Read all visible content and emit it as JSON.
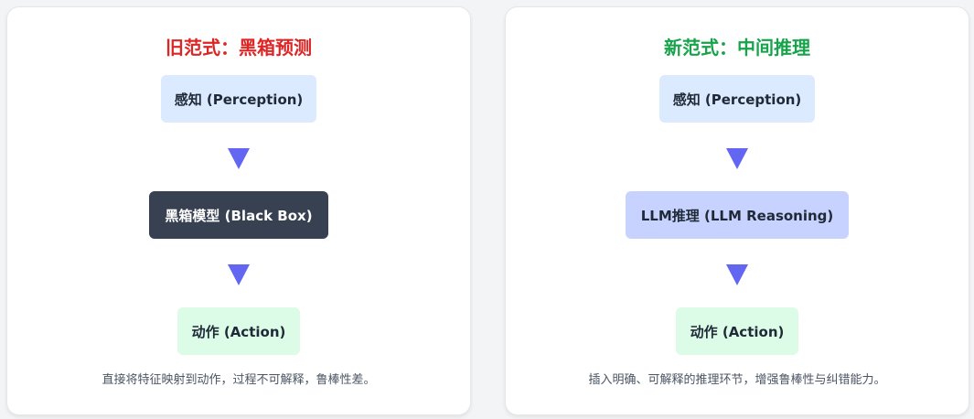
{
  "colors": {
    "old_title": "#dc2626",
    "new_title": "#16a34a",
    "arrow": "#6366f1",
    "perception_bg": "#dbeafe",
    "blackbox_bg": "#374151",
    "blackbox_text": "#ffffff",
    "llm_bg": "#c7d2fe",
    "action_bg": "#dcfce7"
  },
  "left_panel": {
    "title": "旧范式：黑箱预测",
    "nodes": [
      "感知 (Perception)",
      "黑箱模型 (Black Box)",
      "动作 (Action)"
    ],
    "caption": "直接将特征映射到动作，过程不可解释，鲁棒性差。"
  },
  "right_panel": {
    "title": "新范式：中间推理",
    "nodes": [
      "感知 (Perception)",
      "LLM推理 (LLM Reasoning)",
      "动作 (Action)"
    ],
    "caption": "插入明确、可解释的推理环节，增强鲁棒性与纠错能力。"
  }
}
